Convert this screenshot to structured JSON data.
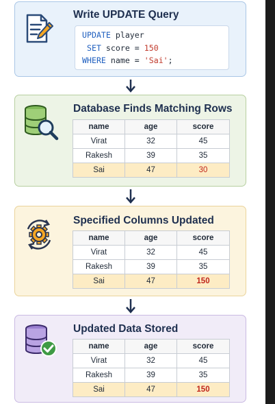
{
  "steps": [
    {
      "title": "Write UPDATE Query",
      "icon": "document-pencil-icon",
      "code": {
        "line1": {
          "kw": "UPDATE",
          "rest": " player"
        },
        "line2": {
          "kw": "SET",
          "rest": " score = ",
          "value": "150"
        },
        "line3": {
          "kw": "WHERE",
          "rest": " name = ",
          "value": "'Sai'",
          "tail": ";"
        }
      }
    },
    {
      "title": "Database Finds Matching Rows",
      "icon": "database-search-icon",
      "table": {
        "headers": [
          "name",
          "age",
          "score"
        ],
        "rows": [
          [
            "Virat",
            "32",
            "45"
          ],
          [
            "Rakesh",
            "39",
            "35"
          ],
          [
            "Sai",
            "47",
            "30"
          ]
        ],
        "highlight_row": 2
      }
    },
    {
      "title": "Specified Columns Updated",
      "icon": "gear-refresh-icon",
      "table": {
        "headers": [
          "name",
          "age",
          "score"
        ],
        "rows": [
          [
            "Virat",
            "32",
            "45"
          ],
          [
            "Rakesh",
            "39",
            "35"
          ],
          [
            "Sai",
            "47",
            "150"
          ]
        ],
        "highlight_row": 2
      }
    },
    {
      "title": "Updated Data Stored",
      "icon": "database-check-icon",
      "table": {
        "headers": [
          "name",
          "age",
          "score"
        ],
        "rows": [
          [
            "Virat",
            "32",
            "45"
          ],
          [
            "Rakesh",
            "39",
            "35"
          ],
          [
            "Sai",
            "47",
            "150"
          ]
        ],
        "highlight_row": 2
      }
    }
  ],
  "colors": {
    "step1_bg": "#e9f2fb",
    "step2_bg": "#edf4e6",
    "step3_bg": "#fcf4de",
    "step4_bg": "#f1ecf8",
    "highlight_row": "#fdecc4",
    "updated_value": "#c0261b",
    "arrow": "#1e2f4f"
  }
}
